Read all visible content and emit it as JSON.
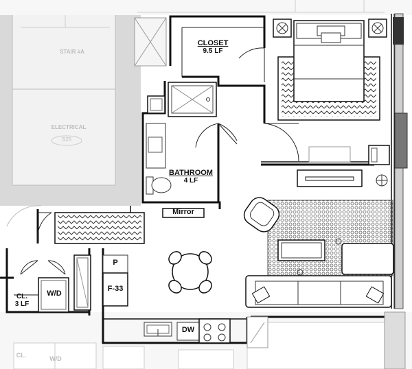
{
  "labels": {
    "stair": "STAIR #A",
    "electrical": "ELECTRICAL",
    "electrical_tag": "S25",
    "closet_title": "CLOSET",
    "closet_size": "9.5 LF",
    "bathroom_title": "BATHROOM",
    "bathroom_size": "4 LF",
    "mirror": "Mirror",
    "pantry": "P",
    "fridge": "F-33",
    "laundry_closet_title": "CL.",
    "laundry_closet_size": "3 LF",
    "washer_dryer": "W/D",
    "dishwasher": "DW",
    "lower_closet": "CL.",
    "lower_wd": "W/D"
  }
}
